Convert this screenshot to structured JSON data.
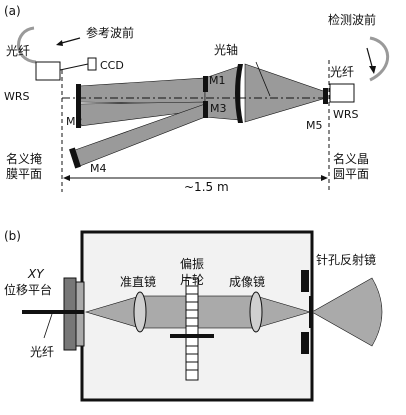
{
  "panel_a": {
    "tag": "(a)",
    "fiber_left": "光纤",
    "reference_wavefront": "参考波前",
    "ccd": "CCD",
    "optical_axis": "光轴",
    "test_wavefront": "检测波前",
    "fiber_right": "光纤",
    "wrs_left": "WRS",
    "wrs_right": "WRS",
    "m1": "M1",
    "m2": "M2",
    "m3": "M3",
    "m4": "M4",
    "m5": "M5",
    "mask_plane_line1": "名义掩",
    "mask_plane_line2": "膜平面",
    "wafer_plane_line1": "名义晶",
    "wafer_plane_line2": "圆平面",
    "distance": "~1.5 m"
  },
  "panel_b": {
    "tag": "(b)",
    "stage_line1": "XY",
    "stage_line2": "位移平台",
    "fiber": "光纤",
    "collimator": "准直镜",
    "polarizer_line1": "偏振",
    "polarizer_line2": "片轮",
    "imaging_lens": "成像镜",
    "pinhole_mirror": "针孔反射镜"
  },
  "colors": {
    "beam": "#9a9a9a",
    "lens": "#cfcfcf",
    "box": "#f2f2f2",
    "ink": "#111111"
  }
}
